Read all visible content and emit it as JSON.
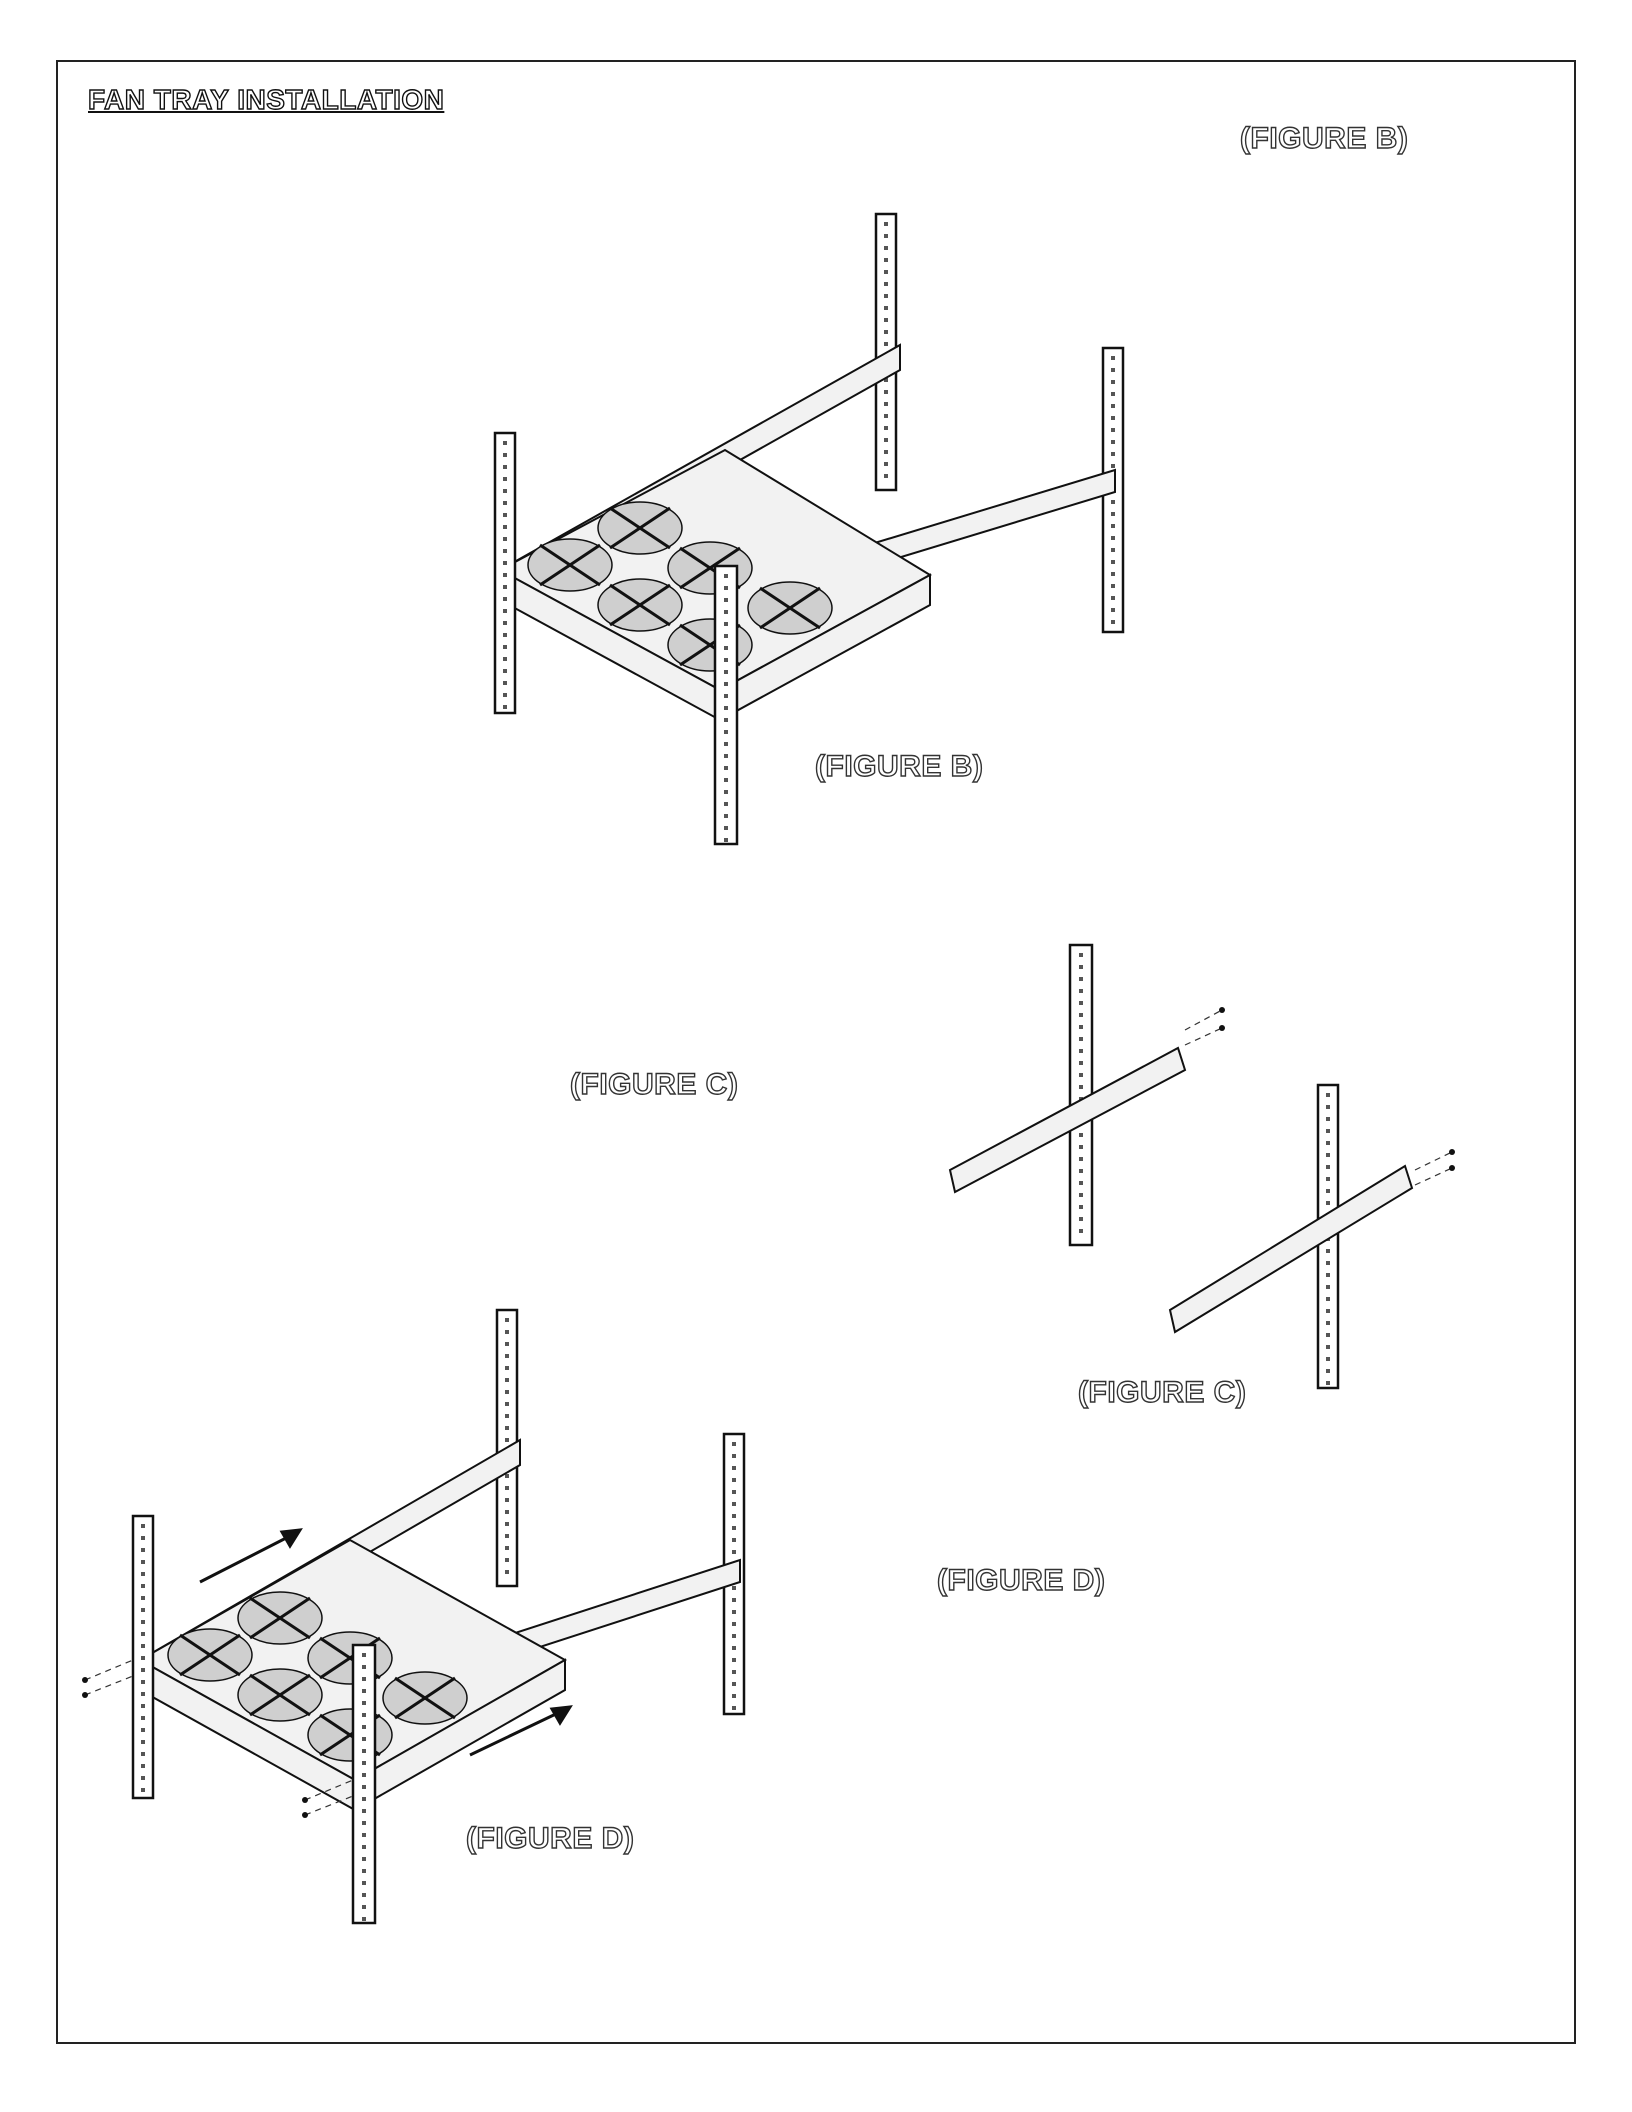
{
  "document": {
    "title": "FAN TRAY INSTALLATION"
  },
  "labels": {
    "figure_b_header": "(FIGURE B)",
    "figure_b": "(FIGURE B)",
    "figure_c_left": "(FIGURE C)",
    "figure_c": "(FIGURE C)",
    "figure_d_right": "(FIGURE D)",
    "figure_d": "(FIGURE D)"
  }
}
